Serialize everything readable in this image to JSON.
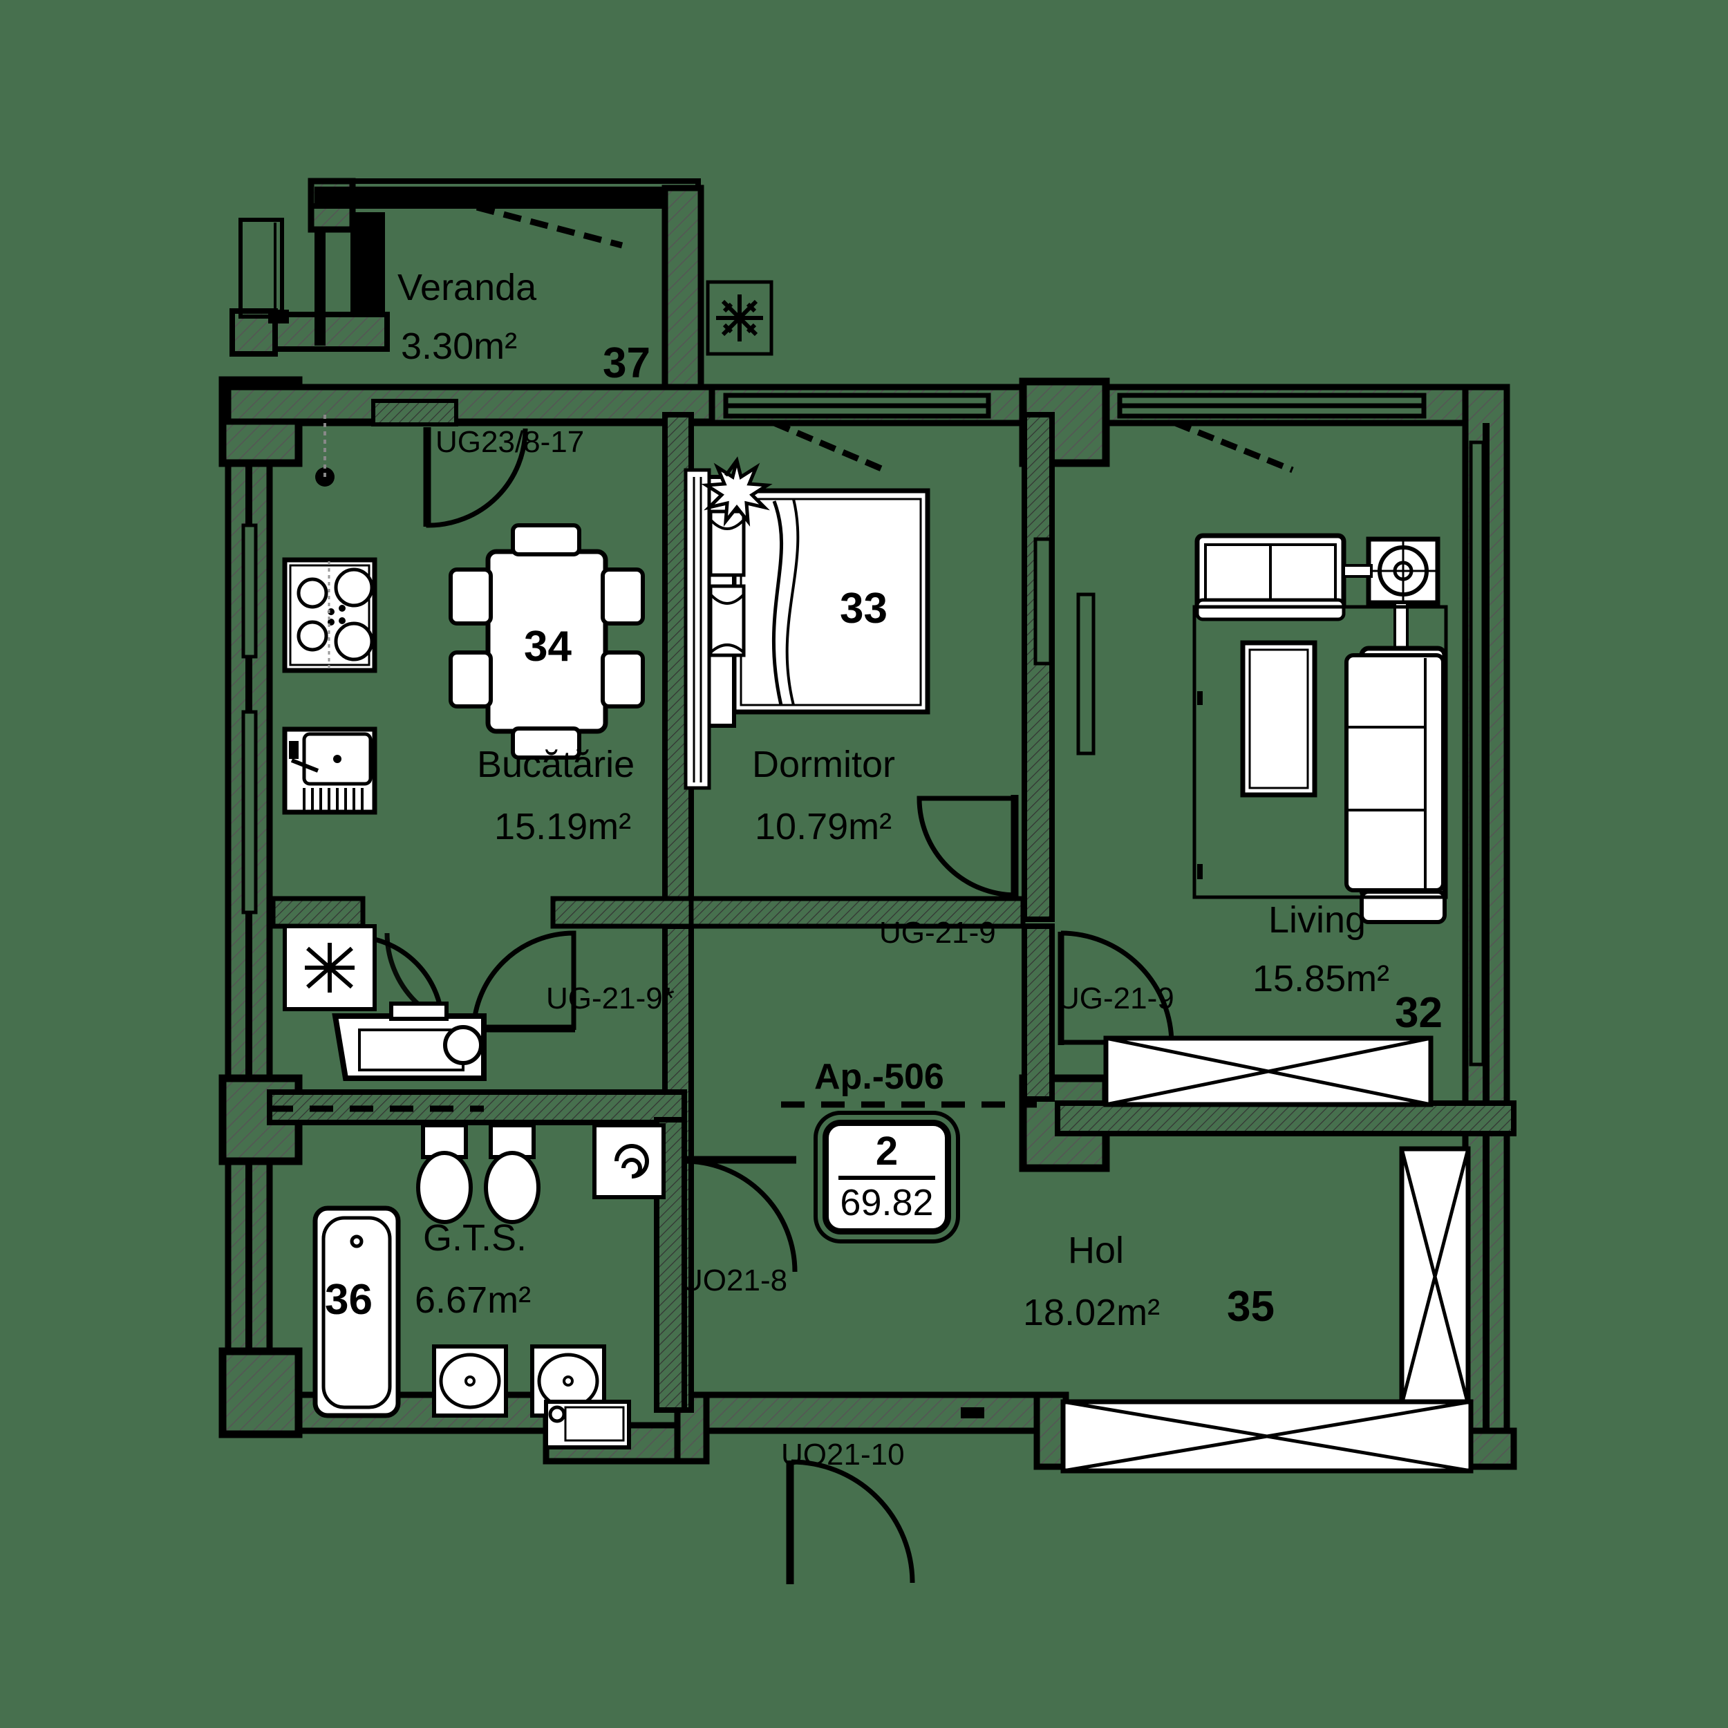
{
  "plan": {
    "apartment_label": "Ap.-506",
    "badge": {
      "rooms": "2",
      "area": "69.82"
    },
    "background_color": "#47704e",
    "ink_color": "#000000",
    "fill_color": "#ffffff"
  },
  "rooms": [
    {
      "key": "veranda",
      "name": "Veranda",
      "area": "3.30m²",
      "number": "37"
    },
    {
      "key": "bucatarie",
      "name": "Bucătărie",
      "area": "15.19m²",
      "number": "34"
    },
    {
      "key": "dormitor",
      "name": "Dormitor",
      "area": "10.79m²",
      "number": "33"
    },
    {
      "key": "living",
      "name": "Living",
      "area": "15.85m²",
      "number": "32"
    },
    {
      "key": "hol",
      "name": "Hol",
      "area": "18.02m²",
      "number": "35"
    },
    {
      "key": "gts",
      "name": "G.T.S.",
      "area": "6.67m²",
      "number": "36"
    }
  ],
  "openings": [
    {
      "key": "d1",
      "code": "UG23/8-17"
    },
    {
      "key": "d2",
      "code": "UG-21-9"
    },
    {
      "key": "d3",
      "code": "UG-21-9*"
    },
    {
      "key": "d4",
      "code": "UG-21-9"
    },
    {
      "key": "d5",
      "code": "UO21-8"
    },
    {
      "key": "d6",
      "code": "UO21-10"
    }
  ],
  "fixtures": [
    {
      "name": "stove-4-burner"
    },
    {
      "name": "kitchen-sink"
    },
    {
      "name": "refrigerator"
    },
    {
      "name": "dining-table"
    },
    {
      "name": "bed-double"
    },
    {
      "name": "sofa"
    },
    {
      "name": "armchair"
    },
    {
      "name": "coffee-table"
    },
    {
      "name": "tv-stand"
    },
    {
      "name": "bathtub"
    },
    {
      "name": "toilet"
    },
    {
      "name": "toilet"
    },
    {
      "name": "washing-machine"
    },
    {
      "name": "washbasin"
    },
    {
      "name": "washbasin"
    },
    {
      "name": "wardrobe"
    },
    {
      "name": "wardrobe"
    },
    {
      "name": "wardrobe"
    },
    {
      "name": "air-conditioner"
    },
    {
      "name": "plant"
    }
  ]
}
